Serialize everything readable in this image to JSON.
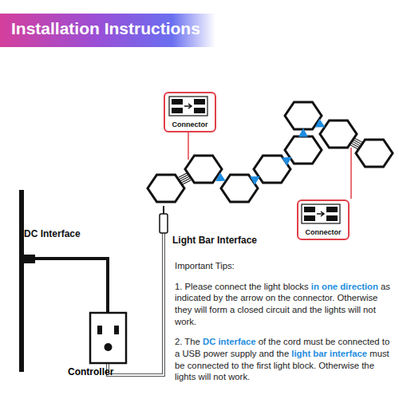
{
  "diagram": {
    "title": "Installation Instructions",
    "nodes": [
      {
        "text": [
          "Connector"
        ]
      },
      {
        "text": [
          "Connector"
        ]
      },
      {
        "text": [
          "Controller"
        ]
      }
    ],
    "labels": [
      "DC Interface",
      "Light Bar Interface",
      "Important Tips:",
      "1. Please connect the light blocks",
      "in one direction",
      "as indicated by the arrow on the connector. Otherwise they will form a closed circuit and the lights will not work.",
      "2. The",
      "DC interface",
      "of the cord must be connected to a USB power supply and the",
      "light bar interface",
      "must be connected to the first light block. Otherwise the lights will not work."
    ]
  }
}
